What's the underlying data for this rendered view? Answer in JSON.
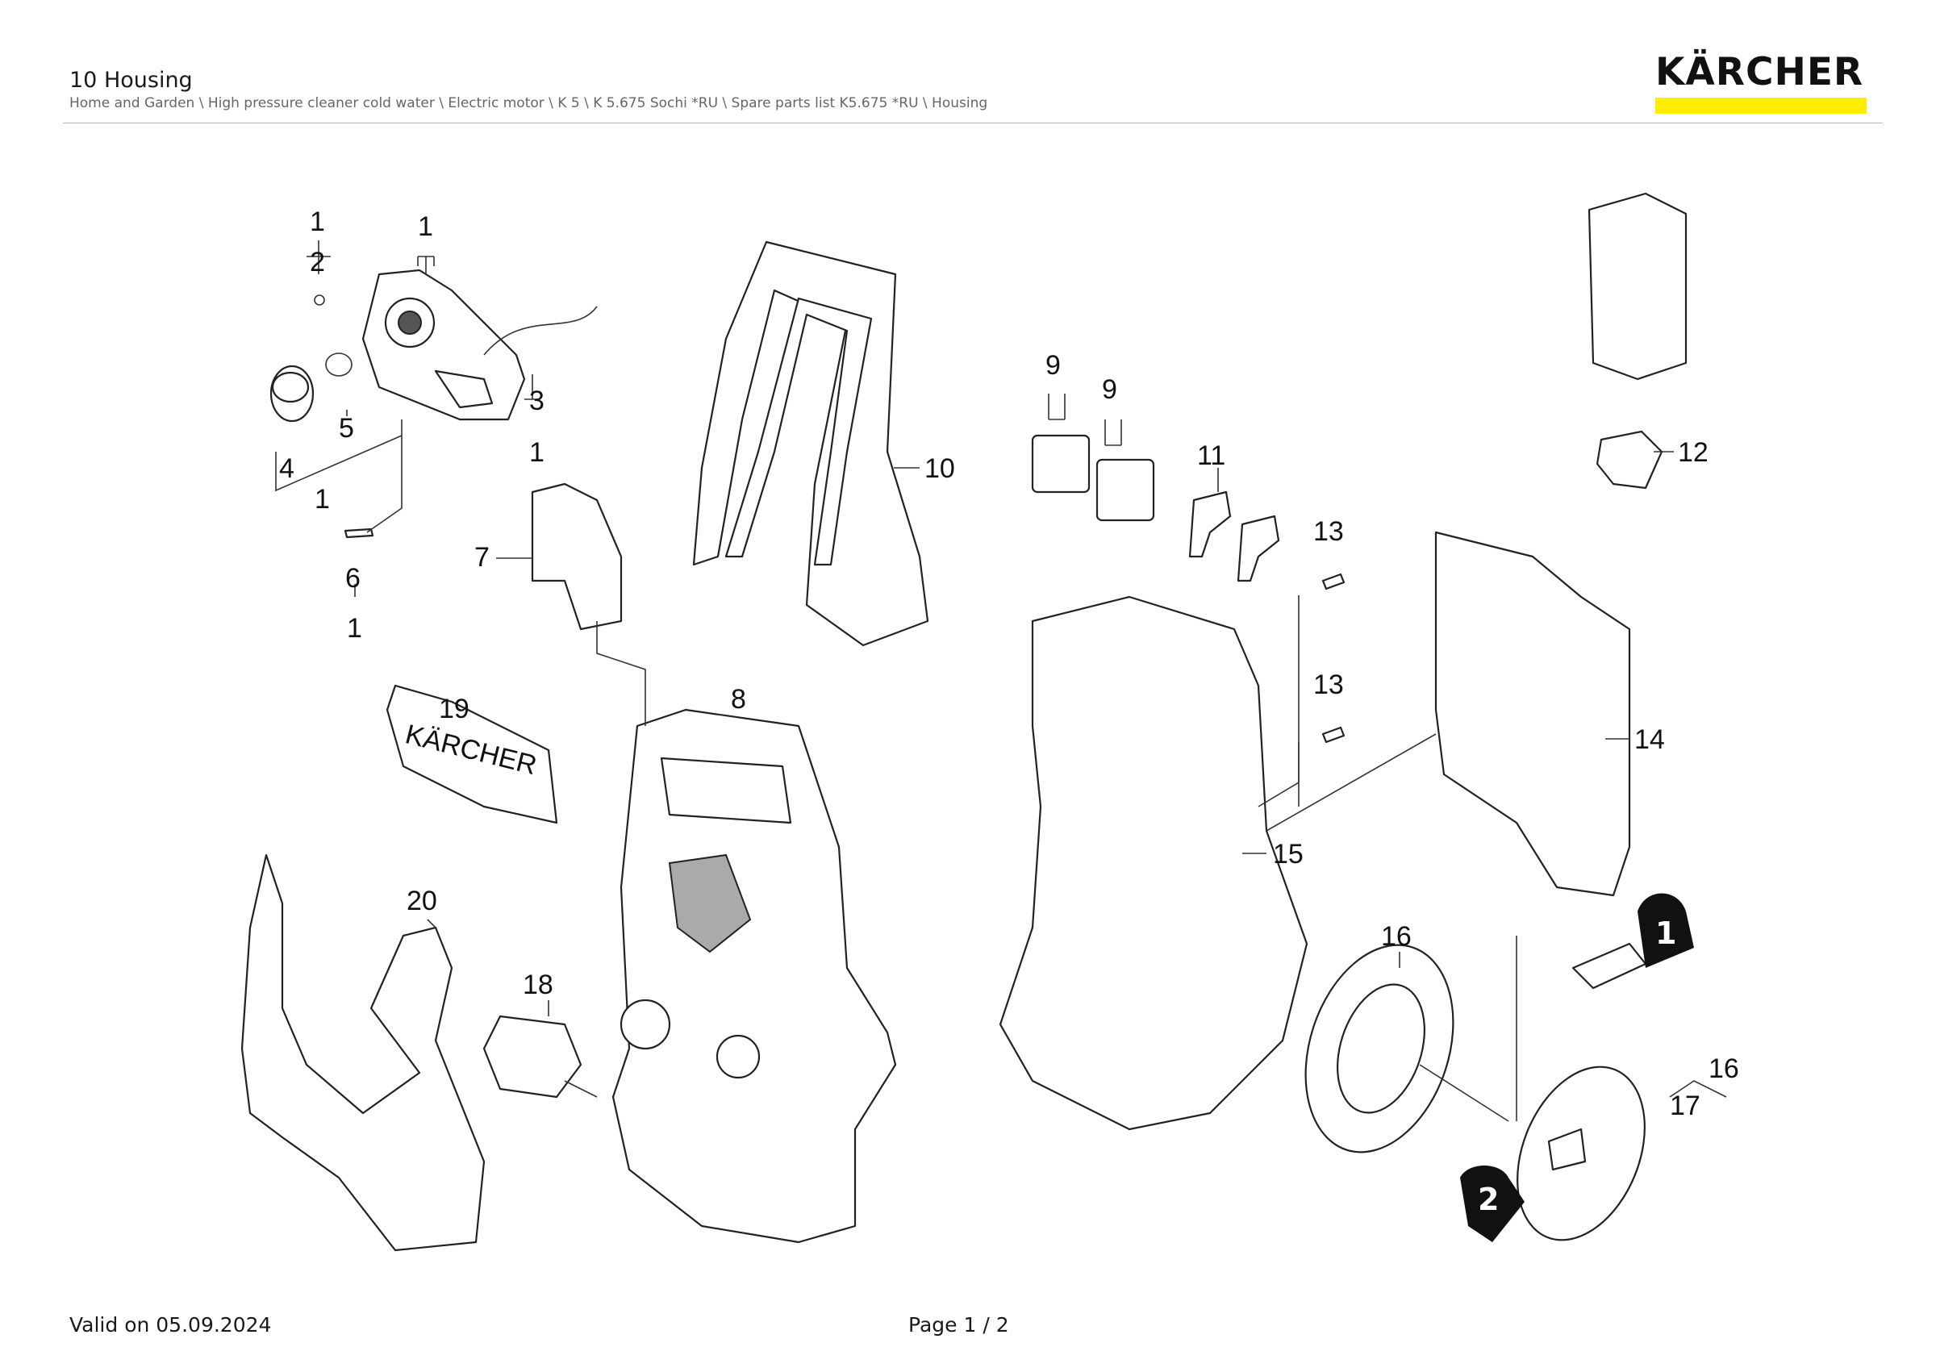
{
  "header": {
    "title": "10 Housing",
    "breadcrumb": "Home and Garden \\ High pressure cleaner cold water \\ Electric motor \\ K 5 \\ K 5.675 Sochi *RU \\ Spare parts list K5.675 *RU \\ Housing",
    "logo_text": "KÄRCHER",
    "brand_color": "#ffed00"
  },
  "diagram": {
    "part_labels": [
      "1",
      "2",
      "1",
      "3",
      "1",
      "4",
      "5",
      "1",
      "6",
      "1",
      "7",
      "8",
      "9",
      "9",
      "10",
      "11",
      "12",
      "13",
      "13",
      "14",
      "15",
      "16",
      "16",
      "17",
      "18",
      "19",
      "20"
    ],
    "view_badges": [
      "1",
      "2"
    ],
    "embossed_logo_text": "KÄRCHER"
  },
  "footer": {
    "valid": "Valid on 05.09.2024",
    "page": "Page 1 / 2"
  }
}
